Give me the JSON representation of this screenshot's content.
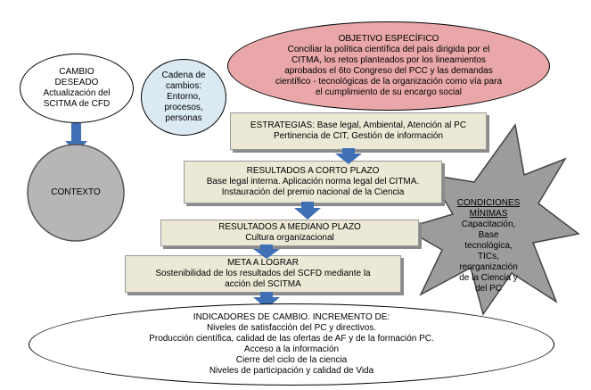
{
  "colors": {
    "objective_fill": "#e9a7a9",
    "cadena_fill": "#dbe9f2",
    "contexto_fill": "#b6b6b6",
    "star_fill": "#9c9c9c",
    "box_fill": "#ece8d6",
    "arrow_fill": "#3f6fb5"
  },
  "cambio": {
    "lines": [
      "CAMBIO",
      "DESEADO",
      "Actualización del",
      "SCITMA de CFD"
    ]
  },
  "cadena": {
    "lines": [
      "Cadena de",
      "cambios:",
      "Entorno,",
      "procesos,",
      "personas"
    ]
  },
  "objetivo": {
    "title": "OBJETIVO ESPECÍFICO",
    "lines": [
      "Conciliar la política científica del país dirigida por el",
      "CITMA, los retos planteados por los lineamientos",
      "aprobados el 6to Congreso del PCC y las demandas",
      "científico - tecnológicas  de la organización como vía para",
      "el cumplimiento de su encargo social"
    ]
  },
  "contexto": {
    "label": "CONTEXTO"
  },
  "estrategias": {
    "lines": [
      "ESTRATEGIAS: Base legal, Ambiental, Atención al PC",
      "Pertinencia de CIT, Gestión de información"
    ]
  },
  "corto": {
    "title": "RESULTADOS A CORTO PLAZO",
    "lines": [
      "Base legal interna. Aplicación norma legal del CITMA.",
      "Instauración del premio nacional de la Ciencia"
    ]
  },
  "mediano": {
    "title": "RESULTADOS A MEDIANO PLAZO",
    "lines": [
      "Cultura organizacional"
    ]
  },
  "meta": {
    "title": "META A LOGRAR",
    "lines": [
      "Sostenibilidad de los resultados del SCFD mediante la",
      "acción  del SCITMA"
    ]
  },
  "condiciones": {
    "title": [
      "CONDICIONES",
      "MÍNIMAS"
    ],
    "lines": [
      "Capacitación,",
      "Base",
      "tecnológica,",
      "TICs,",
      "reorganización",
      "de la Ciencia y",
      "del PC"
    ]
  },
  "indicadores": {
    "title": "INDICADORES DE CAMBIO.  INCREMENTO DE:",
    "lines": [
      "Niveles de satisfacción del PC y directivos.",
      "Producción científica, calidad de las ofertas de AF y de la formación PC.",
      "Acceso a la información",
      "Cierre del ciclo de la ciencia",
      "Niveles de participación y calidad de Vida"
    ]
  }
}
